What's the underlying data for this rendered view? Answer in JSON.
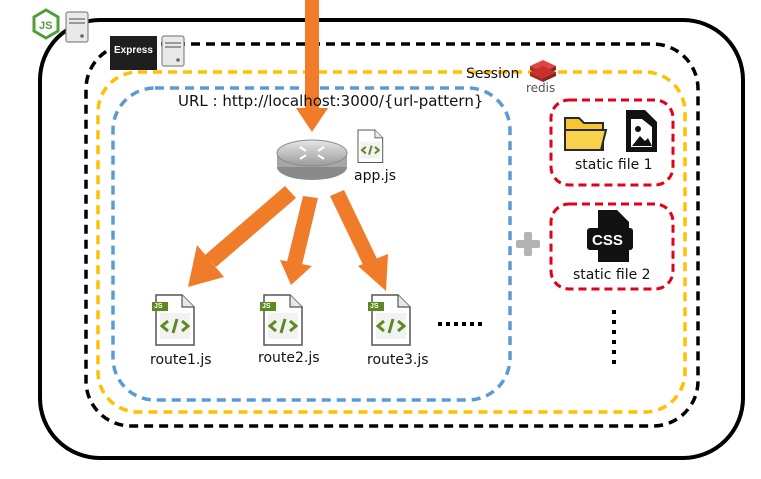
{
  "labels": {
    "url": "URL : http://localhost:3000/{url-pattern}",
    "session": "Session",
    "redis": "redis",
    "express": "Express",
    "app": "app.js",
    "route1": "route1.js",
    "route2": "route2.js",
    "route3": "route3.js",
    "static1": "static file 1",
    "static2": "static file 2",
    "css_badge": "CSS",
    "js_badge": "JS",
    "nodejs_logo": "JS"
  },
  "colors": {
    "arrow": "#f07c2a",
    "blue_border": "#5b9bd5",
    "yellow_border": "#ffc000",
    "red_border": "#e3001b",
    "black_border": "#000000",
    "file_green": "#5d8a1e",
    "nodejs_green": "#4f9e39",
    "redis_red": "#c9302c",
    "folder_yellow": "#f7c531"
  }
}
